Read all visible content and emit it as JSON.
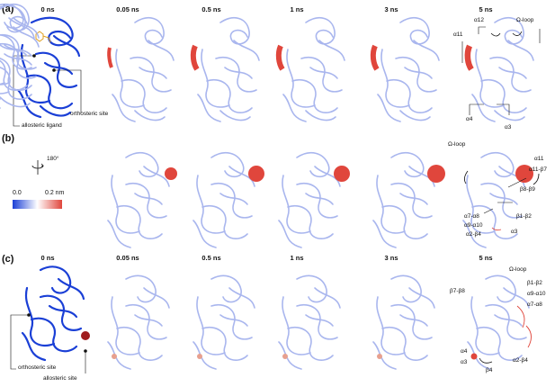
{
  "panels": {
    "a": {
      "label": "(a)"
    },
    "b": {
      "label": "(b)"
    },
    "c": {
      "label": "(c)"
    }
  },
  "time_points": [
    "0 ns",
    "0.05 ns",
    "0.5 ns",
    "1 ns",
    "3 ns",
    "5 ns"
  ],
  "labels_a": {
    "orthosteric": "orthosteric site",
    "allosteric": "allosteric ligand",
    "a12": "α12",
    "omega": "Ω-loop",
    "a11": "α11",
    "a4": "α4",
    "a3": "α3"
  },
  "labels_b": {
    "rotation": "180°",
    "scale_min": "0.0",
    "scale_max": "0.2 nm",
    "omega": "Ω-loop",
    "a11": "α11",
    "a11b7": "α11-β7",
    "b8b9": "β8-β9",
    "a7a8": "α7-α8",
    "a9a10": "α9-α10",
    "b1b2": "β1-β2",
    "a2b4": "α2-β4",
    "a3": "α3"
  },
  "labels_c": {
    "orthosteric": "orthosteric site",
    "allosteric": "allosteric site",
    "omega": "Ω-loop",
    "b7b8": "β7-β8",
    "b1b2": "β1-β2",
    "a9a10": "α9-α10",
    "a7a8": "α7-α8",
    "a4": "α4",
    "a3": "α3",
    "b4": "β4",
    "a2b4": "α2-β4"
  },
  "colors": {
    "dark_blue": "#1a3fd6",
    "light_blue": "#a9b6ee",
    "white": "#ffffff",
    "red": "#e0463c"
  }
}
